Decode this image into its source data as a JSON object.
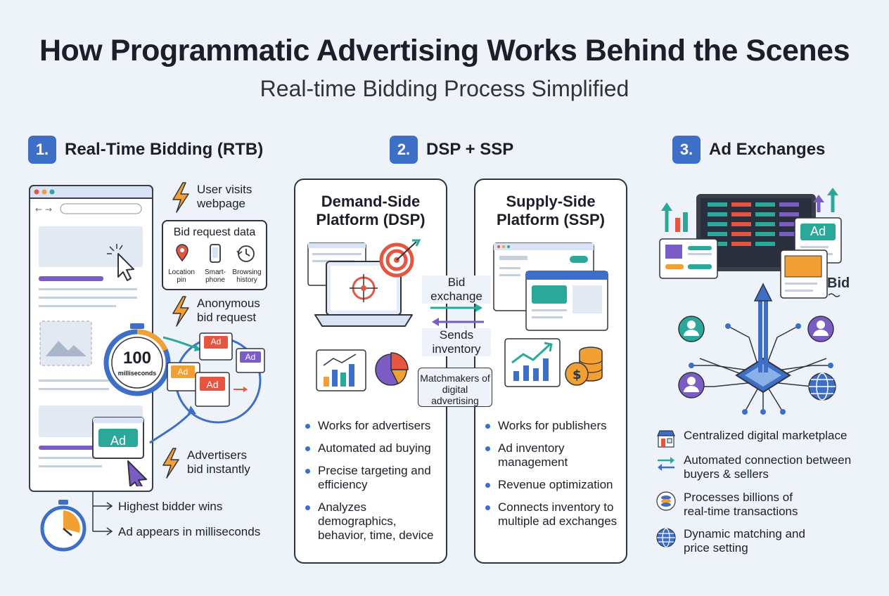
{
  "title": "How Programmatic Advertising Works Behind the Scenes",
  "subtitle": "Real-time Bidding Process Simplified",
  "colors": {
    "accent": "#3e6fc7",
    "orange": "#f2a033",
    "red": "#e5553f",
    "teal": "#2aa99b",
    "purple": "#7b5cc4"
  },
  "sections": [
    {
      "number": "1.",
      "heading": "Real-Time Bidding (RTB)",
      "steps": {
        "user_visits": "User visits webpage",
        "anon_request": "Anonymous bid request",
        "advertisers_bid": "Advertisers bid instantly"
      },
      "bid_request": {
        "title": "Bid request data",
        "items": [
          {
            "label": "Location pin",
            "icon": "location-pin-icon"
          },
          {
            "label": "Smart-phone",
            "icon": "smartphone-icon"
          },
          {
            "label": "Browsing history",
            "icon": "history-icon"
          }
        ]
      },
      "timer": {
        "value": "100",
        "unit": "milliseconds"
      },
      "ad_label": "Ad",
      "results": [
        "Highest bidder wins",
        "Ad appears in milliseconds"
      ]
    },
    {
      "number": "2.",
      "heading": "DSP + SSP",
      "dsp": {
        "title": "Demand-Side Platform (DSP)",
        "bullets": [
          "Works for advertisers",
          "Automated ad buying",
          "Precise targeting and efficiency",
          "Analyzes demographics, behavior, time, device"
        ]
      },
      "ssp": {
        "title": "Supply-Side Platform (SSP)",
        "bullets": [
          "Works for publishers",
          "Ad inventory management",
          "Revenue optimization",
          "Connects inventory to multiple ad exchanges"
        ]
      },
      "exchange": {
        "bid_label": "Bid exchange",
        "inventory_label": "Sends inventory",
        "matchmakers": "Matchmakers of digital advertising"
      }
    },
    {
      "number": "3.",
      "heading": "Ad Exchanges",
      "ad_label": "Ad",
      "bid_label": "Bid",
      "features": [
        {
          "text": "Centralized digital marketplace",
          "icon": "storefront-icon"
        },
        {
          "text": "Automated connection between buyers & sellers",
          "icon": "exchange-arrows-icon"
        },
        {
          "text": "Processes billions of real-time transactions",
          "icon": "coins-icon"
        },
        {
          "text": "Dynamic matching and price setting",
          "icon": "globe-icon"
        }
      ]
    }
  ]
}
